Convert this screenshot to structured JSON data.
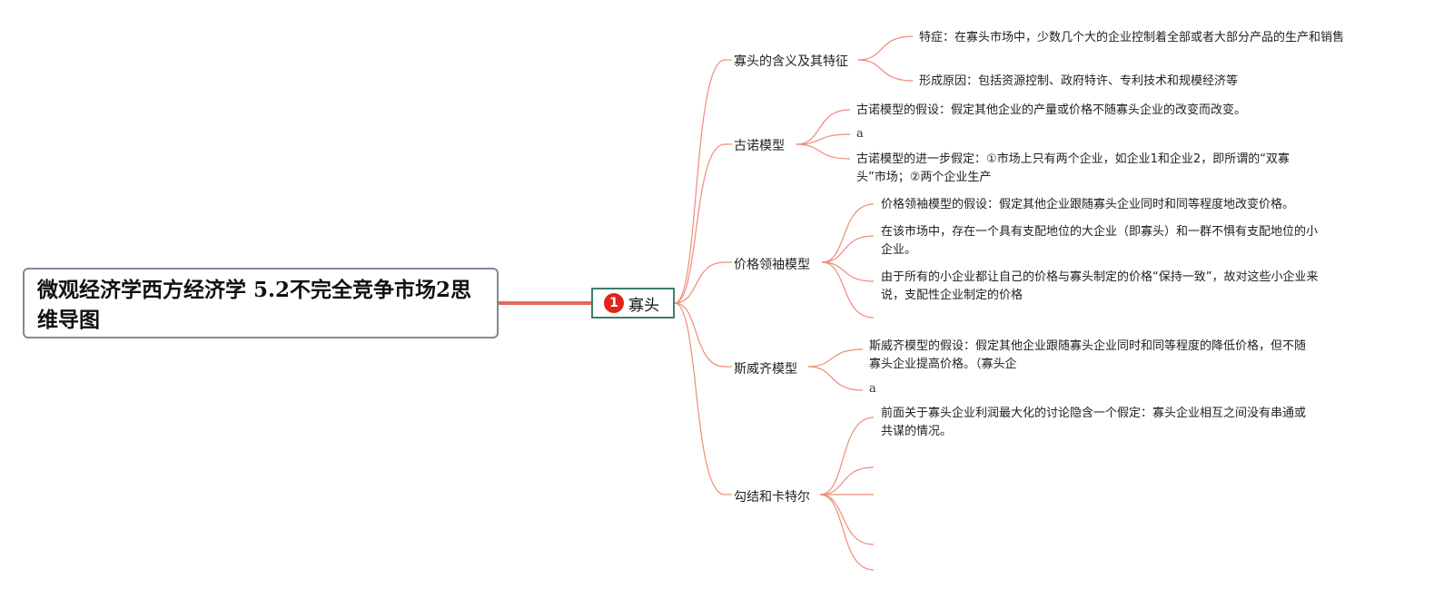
{
  "root": {
    "title": "微观经济学西方经济学 5.2不完全竞争市场2思维导图"
  },
  "topic": {
    "badge": "1",
    "label": "寡头"
  },
  "colors": {
    "link": "#ef8c7a",
    "root_link": "#e8665a",
    "topic_border": "#3f7d6e",
    "badge": "#e1251b"
  },
  "branches": [
    {
      "label": "寡头的含义及其特征",
      "leaves": [
        "特症：在寡头市场中，少数几个大的企业控制着全部或者大部分产品的生产和销售",
        "形成原因：包括资源控制、政府特许、专利技术和规模经济等"
      ]
    },
    {
      "label": "古诺模型",
      "leaves": [
        "古诺模型的假设：假定其他企业的产量或价格不随寡头企业的改变而改变。",
        "a",
        "古诺模型的进一步假定：①市场上只有两个企业，如企业1和企业2，即所谓的“双寡头”市场；②两个企业生产"
      ]
    },
    {
      "label": "价格领袖模型",
      "leaves": [
        "价格领袖模型的假设：假定其他企业跟随寡头企业同时和同等程度地改变价格。",
        "在该市场中，存在一个具有支配地位的大企业（即寡头）和一群不惧有支配地位的小企业。",
        "由于所有的小企业都让自己的价格与寡头制定的价格“保持一致”，故对这些小企业来说，支配性企业制定的价格",
        ""
      ]
    },
    {
      "label": "斯威齐模型",
      "leaves": [
        "斯威齐模型的假设：假定其他企业跟随寡头企业同时和同等程度的降低价格，但不随寡头企业提高价格。（寡头企",
        "a"
      ]
    },
    {
      "label": "勾结和卡特尔",
      "leaves": [
        "前面关于寡头企业利润最大化的讨论隐含一个假定：寡头企业相互之间没有串通或共谋的情况。",
        "",
        "",
        "",
        ""
      ]
    }
  ]
}
